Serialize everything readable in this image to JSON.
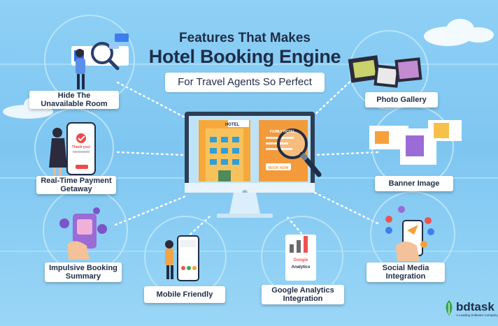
{
  "title": {
    "line1": "Features That Makes",
    "line2": "Hotel Booking Engine",
    "line3": "For Travel Agents So Perfect"
  },
  "features": {
    "hide_room": {
      "line1": "Hide The",
      "line2": "Unavailable Room"
    },
    "payment": {
      "line1": "Real-Time Payment",
      "line2": "Getaway"
    },
    "booking_summary": {
      "line1": "Impulsive Booking",
      "line2": "Summary"
    },
    "mobile": {
      "line1": "Mobile Friendly"
    },
    "analytics": {
      "line1": "Google Analytics",
      "line2": "Integration"
    },
    "social": {
      "line1": "Social Media",
      "line2": "Integration"
    },
    "banner": {
      "line1": "Banner Image"
    },
    "gallery": {
      "line1": "Photo Gallery"
    }
  },
  "illustrations": {
    "hotel_sign": "HOTEL",
    "family_hotel": "FAMILY HOTEL",
    "book_now": "BOOK NOW",
    "thank_you": "Thank you!",
    "google": "Google",
    "analytics": "Analytics"
  },
  "brand": {
    "name": "bdtask",
    "tagline": "A Leading Software Company"
  },
  "colors": {
    "background": "#8fd0f5",
    "text_dark": "#1f2d47",
    "accent_orange": "#f6a03a",
    "accent_purple": "#9b6bd6",
    "brand_green": "#3aa64b"
  }
}
